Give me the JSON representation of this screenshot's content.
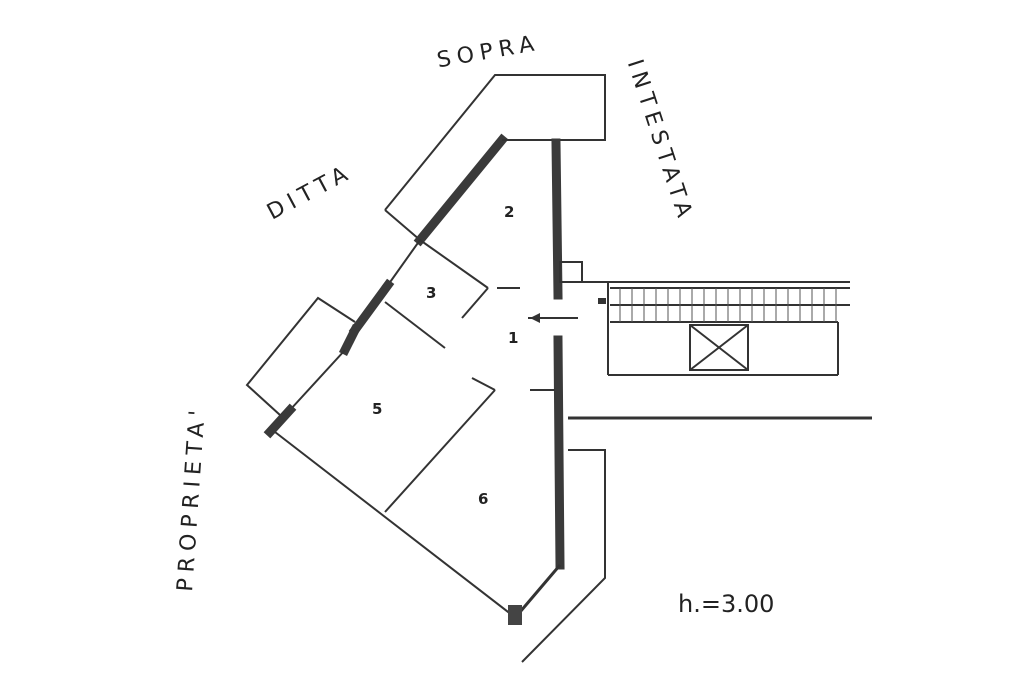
{
  "labels": {
    "sopra": "SOPRA",
    "intestata": "INTESTATA",
    "ditta": "DITTA",
    "proprieta": "PROPRIETA'",
    "height": "h.=3.00"
  },
  "rooms": [
    "2",
    "3",
    "1",
    "5",
    "6"
  ]
}
